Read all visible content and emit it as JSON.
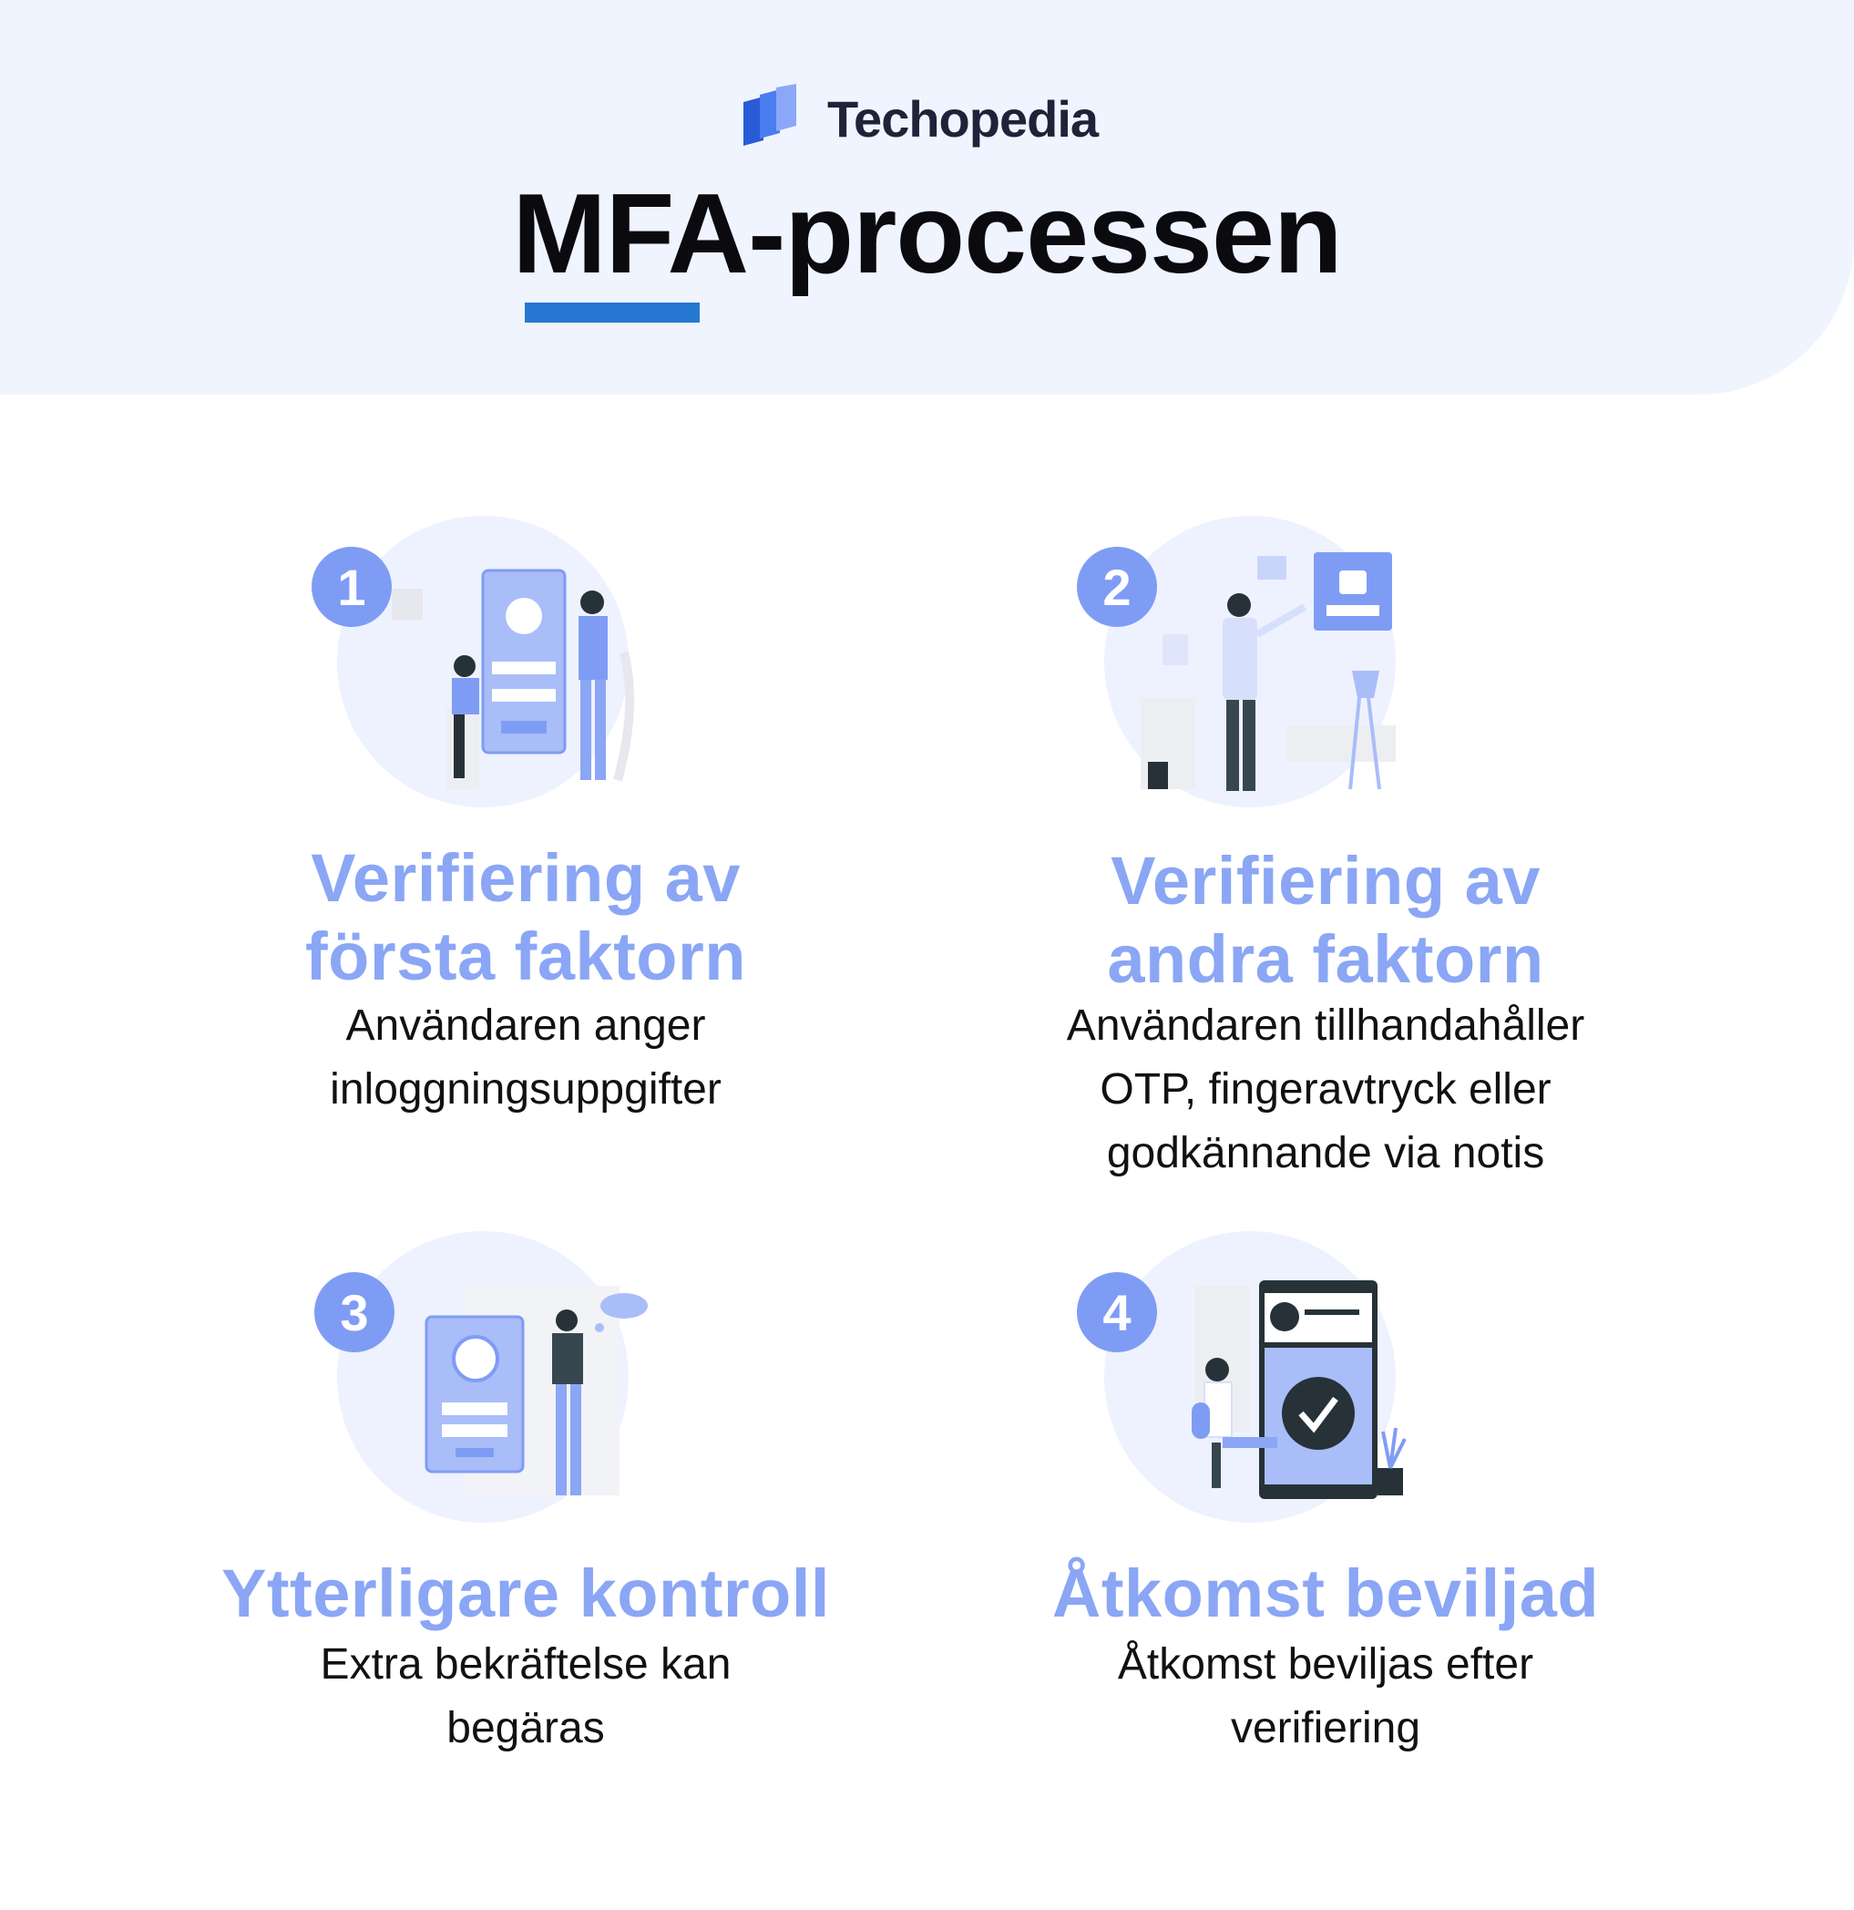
{
  "brand": {
    "name": "Techopedia",
    "logo_icon": "techopedia-logo-icon"
  },
  "page": {
    "title": "MFA-processen"
  },
  "colors": {
    "header_bg": "#f0f4fe",
    "accent_blue": "#2677d1",
    "step_title": "#8aa6f5",
    "badge": "#7f9cf5",
    "illustration_blob": "#eef2fe",
    "text": "#111111"
  },
  "steps": [
    {
      "number": "1",
      "title_line1": "Verifiering av",
      "title_line2": "första faktorn",
      "desc_lines": [
        "Användaren anger",
        "inloggningsuppgifter"
      ],
      "illustration": "login-credentials-illustration"
    },
    {
      "number": "2",
      "title_line1": "Verifiering av",
      "title_line2": "andra faktorn",
      "desc_lines": [
        "Användaren tillhandahåller",
        "OTP, fingeravtryck eller",
        "godkännande via notis"
      ],
      "illustration": "second-factor-illustration"
    },
    {
      "number": "3",
      "title_line1": "Ytterligare kontroll",
      "desc_lines": [
        "Extra bekräftelse kan",
        "begäras"
      ],
      "illustration": "additional-check-illustration"
    },
    {
      "number": "4",
      "title_line1": "Åtkomst beviljad",
      "desc_lines": [
        "Åtkomst beviljas efter",
        "verifiering"
      ],
      "illustration": "access-granted-illustration"
    }
  ]
}
